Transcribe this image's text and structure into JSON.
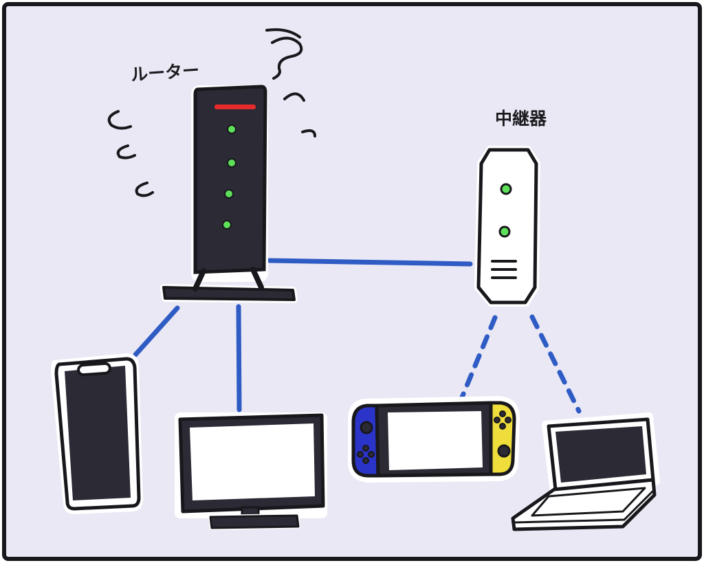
{
  "labels": {
    "router": "ルーター",
    "repeater": "中継器"
  },
  "colors": {
    "background": "#e9e8f4",
    "frame": "#18181c",
    "device_dark": "#2b2a35",
    "screen": "#ffffff",
    "link_line": "#2f5bc4",
    "led_green": "#5ee05a",
    "router_bar_red": "#e52b2b",
    "joycon_blue": "#2b34c9",
    "joycon_yellow": "#eedd3a"
  },
  "links": [
    {
      "from": "router",
      "to": "repeater",
      "style": "solid"
    },
    {
      "from": "router",
      "to": "smartphone",
      "style": "solid"
    },
    {
      "from": "router",
      "to": "monitor",
      "style": "solid"
    },
    {
      "from": "repeater",
      "to": "game-console",
      "style": "dashed"
    },
    {
      "from": "repeater",
      "to": "laptop",
      "style": "dashed"
    }
  ]
}
